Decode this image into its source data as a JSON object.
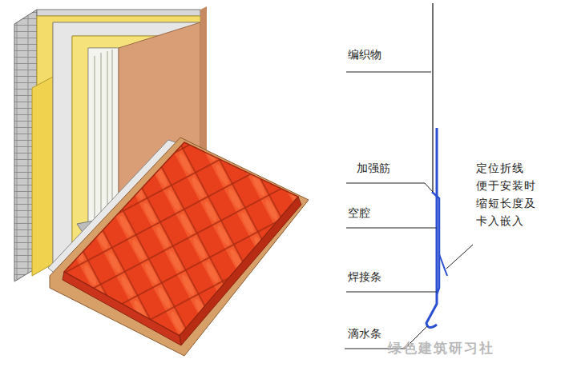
{
  "diagram": {
    "labels": [
      "编织物",
      "加强筋",
      "空腔",
      "焊接条",
      "滴水条",
      "定位折线 便于安装时 缩短长度及 卡入嵌入",
      "绿色建筑研习社"
    ]
  }
}
